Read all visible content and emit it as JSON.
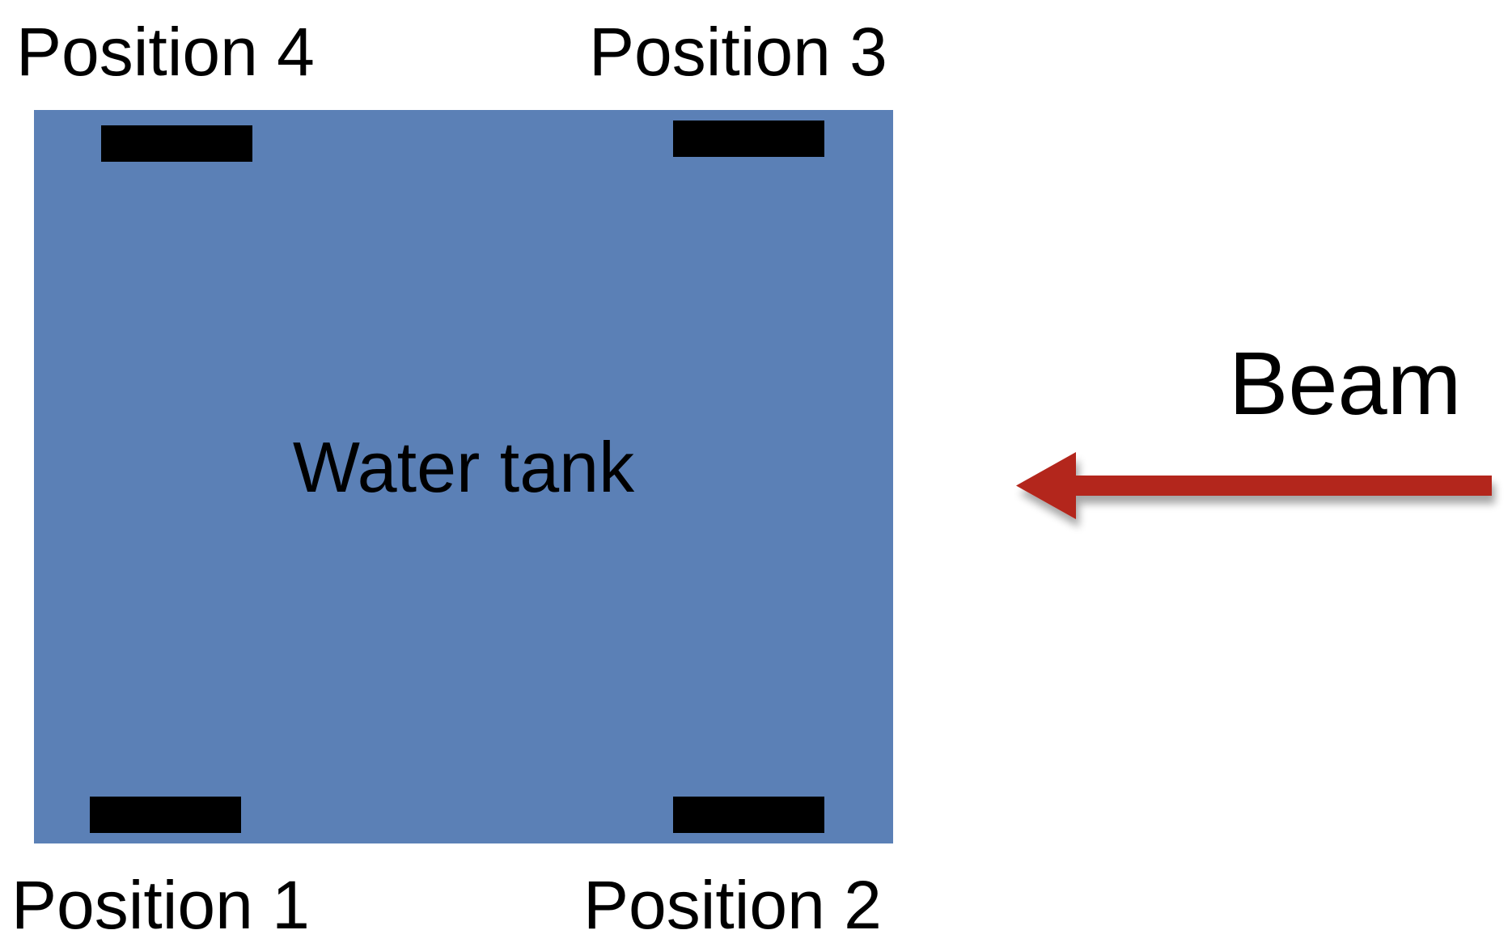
{
  "diagram": {
    "tank_label": "Water tank",
    "beam_label": "Beam",
    "positions": [
      {
        "id": 1,
        "label": "Position 1"
      },
      {
        "id": 2,
        "label": "Position 2"
      },
      {
        "id": 3,
        "label": "Position 3"
      },
      {
        "id": 4,
        "label": "Position 4"
      }
    ]
  },
  "colors": {
    "tank": "#5b80b6",
    "detector": "#000000",
    "beam_arrow": "#b3261e",
    "text": "#000000"
  },
  "icons": {
    "beam_direction": "arrow-left-icon",
    "detector": "detector-block-icon"
  }
}
